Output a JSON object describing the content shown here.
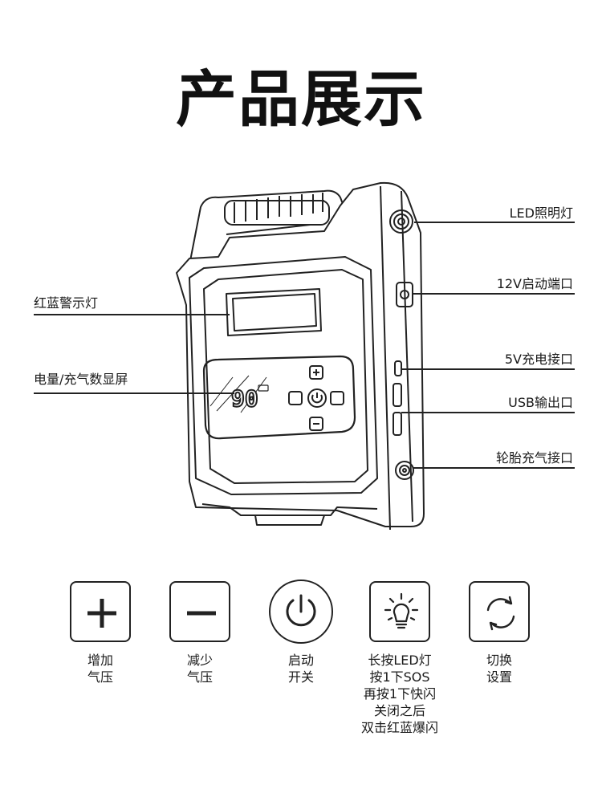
{
  "title": "产品展示",
  "callouts": {
    "led_light": "LED照明灯",
    "port_12v": "12V启动端口",
    "port_5v": "5V充电接口",
    "usb_out": "USB输出口",
    "tire_port": "轮胎充气接口",
    "red_blue_light": "红蓝警示灯",
    "display": "电量/充气数显屏"
  },
  "device": {
    "display_reading": "90"
  },
  "functions": [
    {
      "icon": "plus-icon",
      "lines": [
        "增加",
        "气压"
      ]
    },
    {
      "icon": "minus-icon",
      "lines": [
        "减少",
        "气压"
      ]
    },
    {
      "icon": "power-icon",
      "lines": [
        "启动",
        "开关"
      ]
    },
    {
      "icon": "lightbulb-icon",
      "lines": [
        "长按LED灯",
        "按1下SOS",
        "再按1下快闪",
        "关闭之后",
        "双击红蓝爆闪"
      ]
    },
    {
      "icon": "refresh-icon",
      "lines": [
        "切换",
        "设置"
      ]
    }
  ]
}
